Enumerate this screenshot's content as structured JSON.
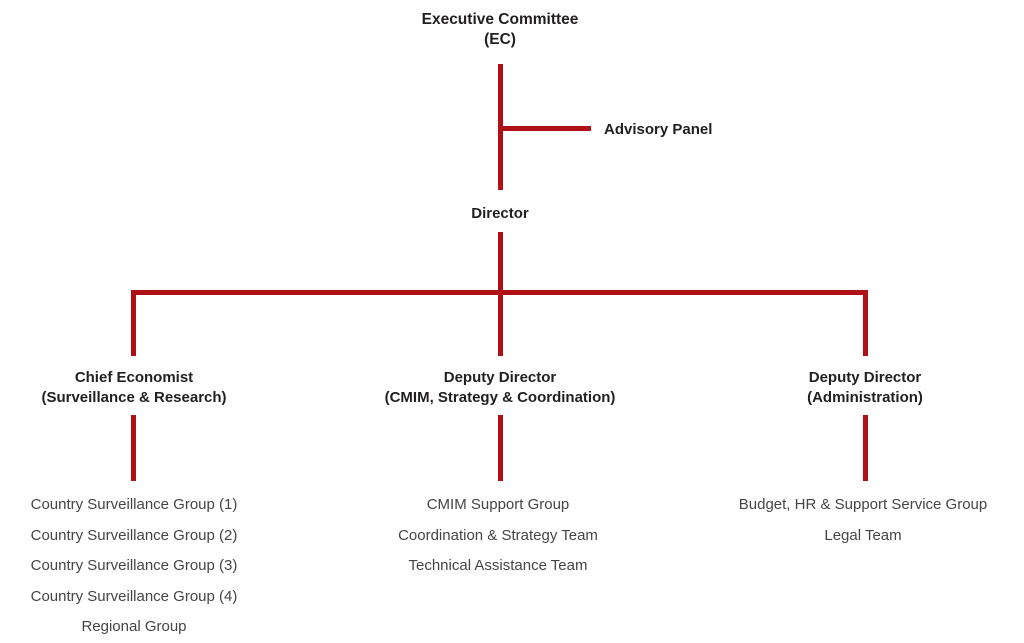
{
  "chart": {
    "title_node": {
      "lines": [
        "Executive Committee",
        "(EC)"
      ]
    },
    "advisory": {
      "label": "Advisory Panel"
    },
    "director": {
      "label": "Director"
    },
    "divisions": [
      {
        "id": "chief-economist",
        "lines": [
          "Chief Economist",
          "(Surveillance & Research)"
        ],
        "units": [
          "Country Surveillance Group (1)",
          "Country Surveillance Group (2)",
          "Country Surveillance Group (3)",
          "Country Surveillance Group (4)",
          "Regional Group"
        ]
      },
      {
        "id": "deputy-director-cmim",
        "lines": [
          "Deputy Director",
          "(CMIM, Strategy & Coordination)"
        ],
        "units": [
          "CMIM Support Group",
          "Coordination & Strategy Team",
          "Technical Assistance Team"
        ]
      },
      {
        "id": "deputy-director-admin",
        "lines": [
          "Deputy Director",
          "(Administration)"
        ],
        "units": [
          "Budget, HR & Support Service Group",
          "Legal Team"
        ]
      }
    ],
    "colors": {
      "connector": "#b01116",
      "node_text": "#231f20",
      "leaf_text": "#454545",
      "background": "#ffffff"
    }
  }
}
